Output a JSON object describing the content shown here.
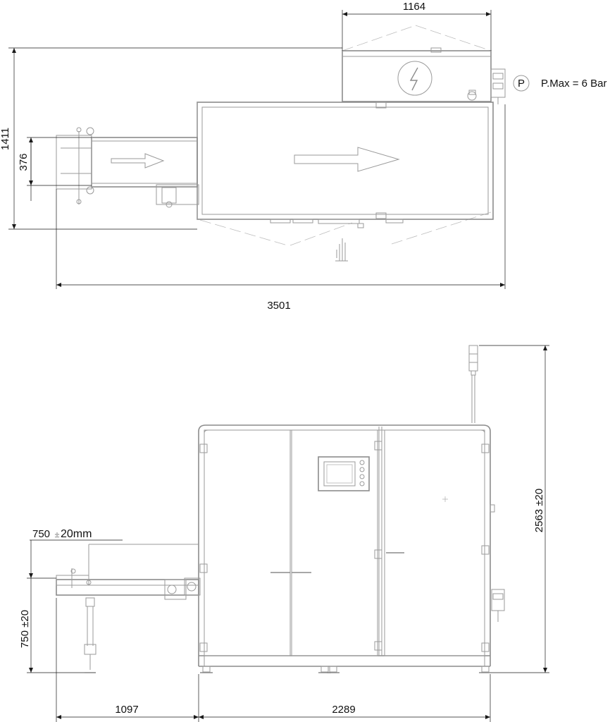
{
  "top_view": {
    "dim_width_housing": "1164",
    "dim_total_height": "1411",
    "dim_conveyor_width": "376",
    "dim_total_length": "3501",
    "pressure_symbol": "P",
    "pressure_label": "P.Max = 6 Bar"
  },
  "front_view": {
    "dim_conveyor_height_nominal": "750",
    "dim_conveyor_height_tol": "20mm",
    "dim_conveyor_height": "750 ±20",
    "dim_total_height": "2563 ±20",
    "dim_infeed_length": "1097",
    "dim_machine_length": "2289"
  }
}
